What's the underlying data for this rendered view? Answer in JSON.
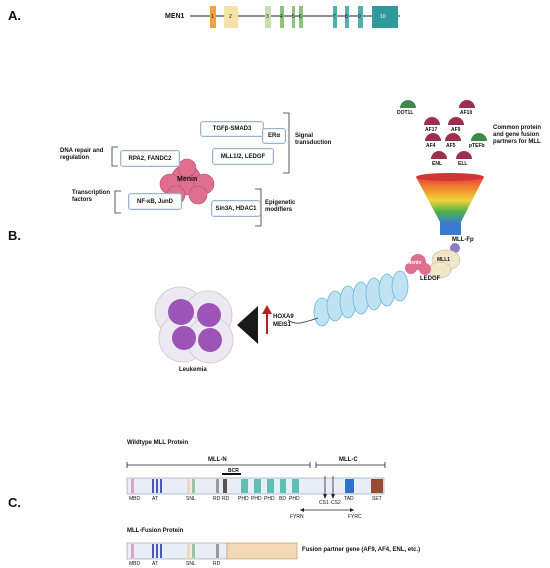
{
  "panels": {
    "a": "A.",
    "b": "B.",
    "c": "C."
  },
  "gene": {
    "name": "MEN1",
    "exons": [
      "1",
      "2",
      "3",
      "4",
      "5",
      "6",
      "7",
      "8",
      "9",
      "10"
    ]
  },
  "menin": {
    "center": "Menin",
    "partners": {
      "tgfb": "TGFβ-SMAD3",
      "era": "ERα",
      "rpa2": "RPA2, FANDC2",
      "mll": "MLL1/2, LEDGF",
      "nfkb": "NF-κB, JunD",
      "sin3a": "Sin3A, HDAC1"
    },
    "categories": {
      "signal": "Signal transduction",
      "dna": "DNA repair and regulation",
      "transcription": "Transcription factors",
      "epigenetic": "Epigenetic modifiers"
    }
  },
  "fusion_partners": {
    "items": [
      "DOT1L",
      "AF10",
      "AF17",
      "AF9",
      "AF4",
      "AF5",
      "pTEFb",
      "ENL",
      "ELL"
    ],
    "caption": "Common protein and gene fusion partners for MLL",
    "mll_fp": "MLL-Fp",
    "mll1": "MLL1",
    "menin": "Menin",
    "ledgf": "LEDGF"
  },
  "targets": {
    "hoxa9": "HOXA9",
    "meis1": "MEIS1"
  },
  "leukemia": "Leukemia",
  "wildtype": {
    "title": "Wildtype MLL Protein",
    "mll_n": "MLL-N",
    "mll_c": "MLL-C",
    "bcr": "BCR",
    "domains": [
      "MBD",
      "AT",
      "SNL",
      "RD",
      "RD",
      "PHD",
      "PHD",
      "PHD",
      "BD",
      "PHD",
      "CS1",
      "CS2",
      "TAD",
      "SET"
    ],
    "fyrn": "FYRN",
    "fyrc": "FYRC"
  },
  "fusion_protein": {
    "title": "MLL-Fusion Protein",
    "domains": [
      "MBD",
      "AT",
      "SNL",
      "RD"
    ],
    "partner_label": "Fusion partner gene (AF9, AF4, ENL, etc.)"
  },
  "colors": {
    "exon_orange": "#f0a33c",
    "exon_yellow": "#f3e3a6",
    "exon_green": "#8bc47a",
    "exon_teal": "#3aa3a3",
    "menin_pink": "#df6f8f",
    "fusion_box": "#f1d9b4",
    "arrow_red": "#b52222"
  }
}
